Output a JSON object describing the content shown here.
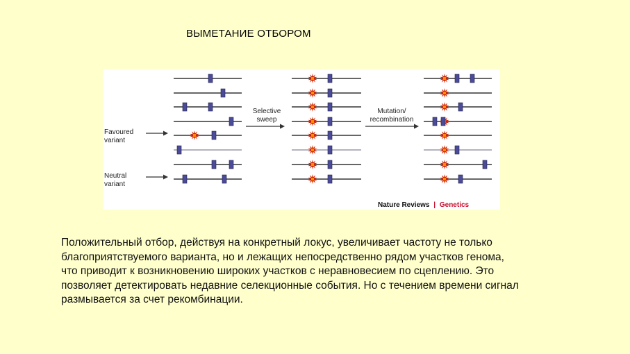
{
  "slide": {
    "title": "ВЫМЕТАНИЕ ОТБОРОМ"
  },
  "figure": {
    "label_favoured": [
      "Favoured",
      "variant"
    ],
    "label_neutral": [
      "Neutral",
      "variant"
    ],
    "arrow1_label": [
      "Selective",
      "sweep"
    ],
    "arrow2_label": [
      "Mutation/",
      "recombination"
    ],
    "credit_part1": "Nature Reviews",
    "credit_separator": "|",
    "credit_part2": "Genetics",
    "colors": {
      "line": "#333333",
      "marker": "#4b4b99",
      "star": "#cc2200",
      "credit_accent": "#c8102e"
    }
  },
  "body": {
    "lines": [
      "Положительный отбор, действуя на конкретный локус, увеличивает частоту не только",
      "благоприятствуемого варианта, но и лежащих непосредственно рядом участков генома,",
      "что приводит к возникновению широких участков с неравновесием по сцеплению. Это",
      "позволяет детектировать недавние селекционные события. Но с течением времени сигнал",
      "размывается за счет рекомбинации."
    ]
  }
}
